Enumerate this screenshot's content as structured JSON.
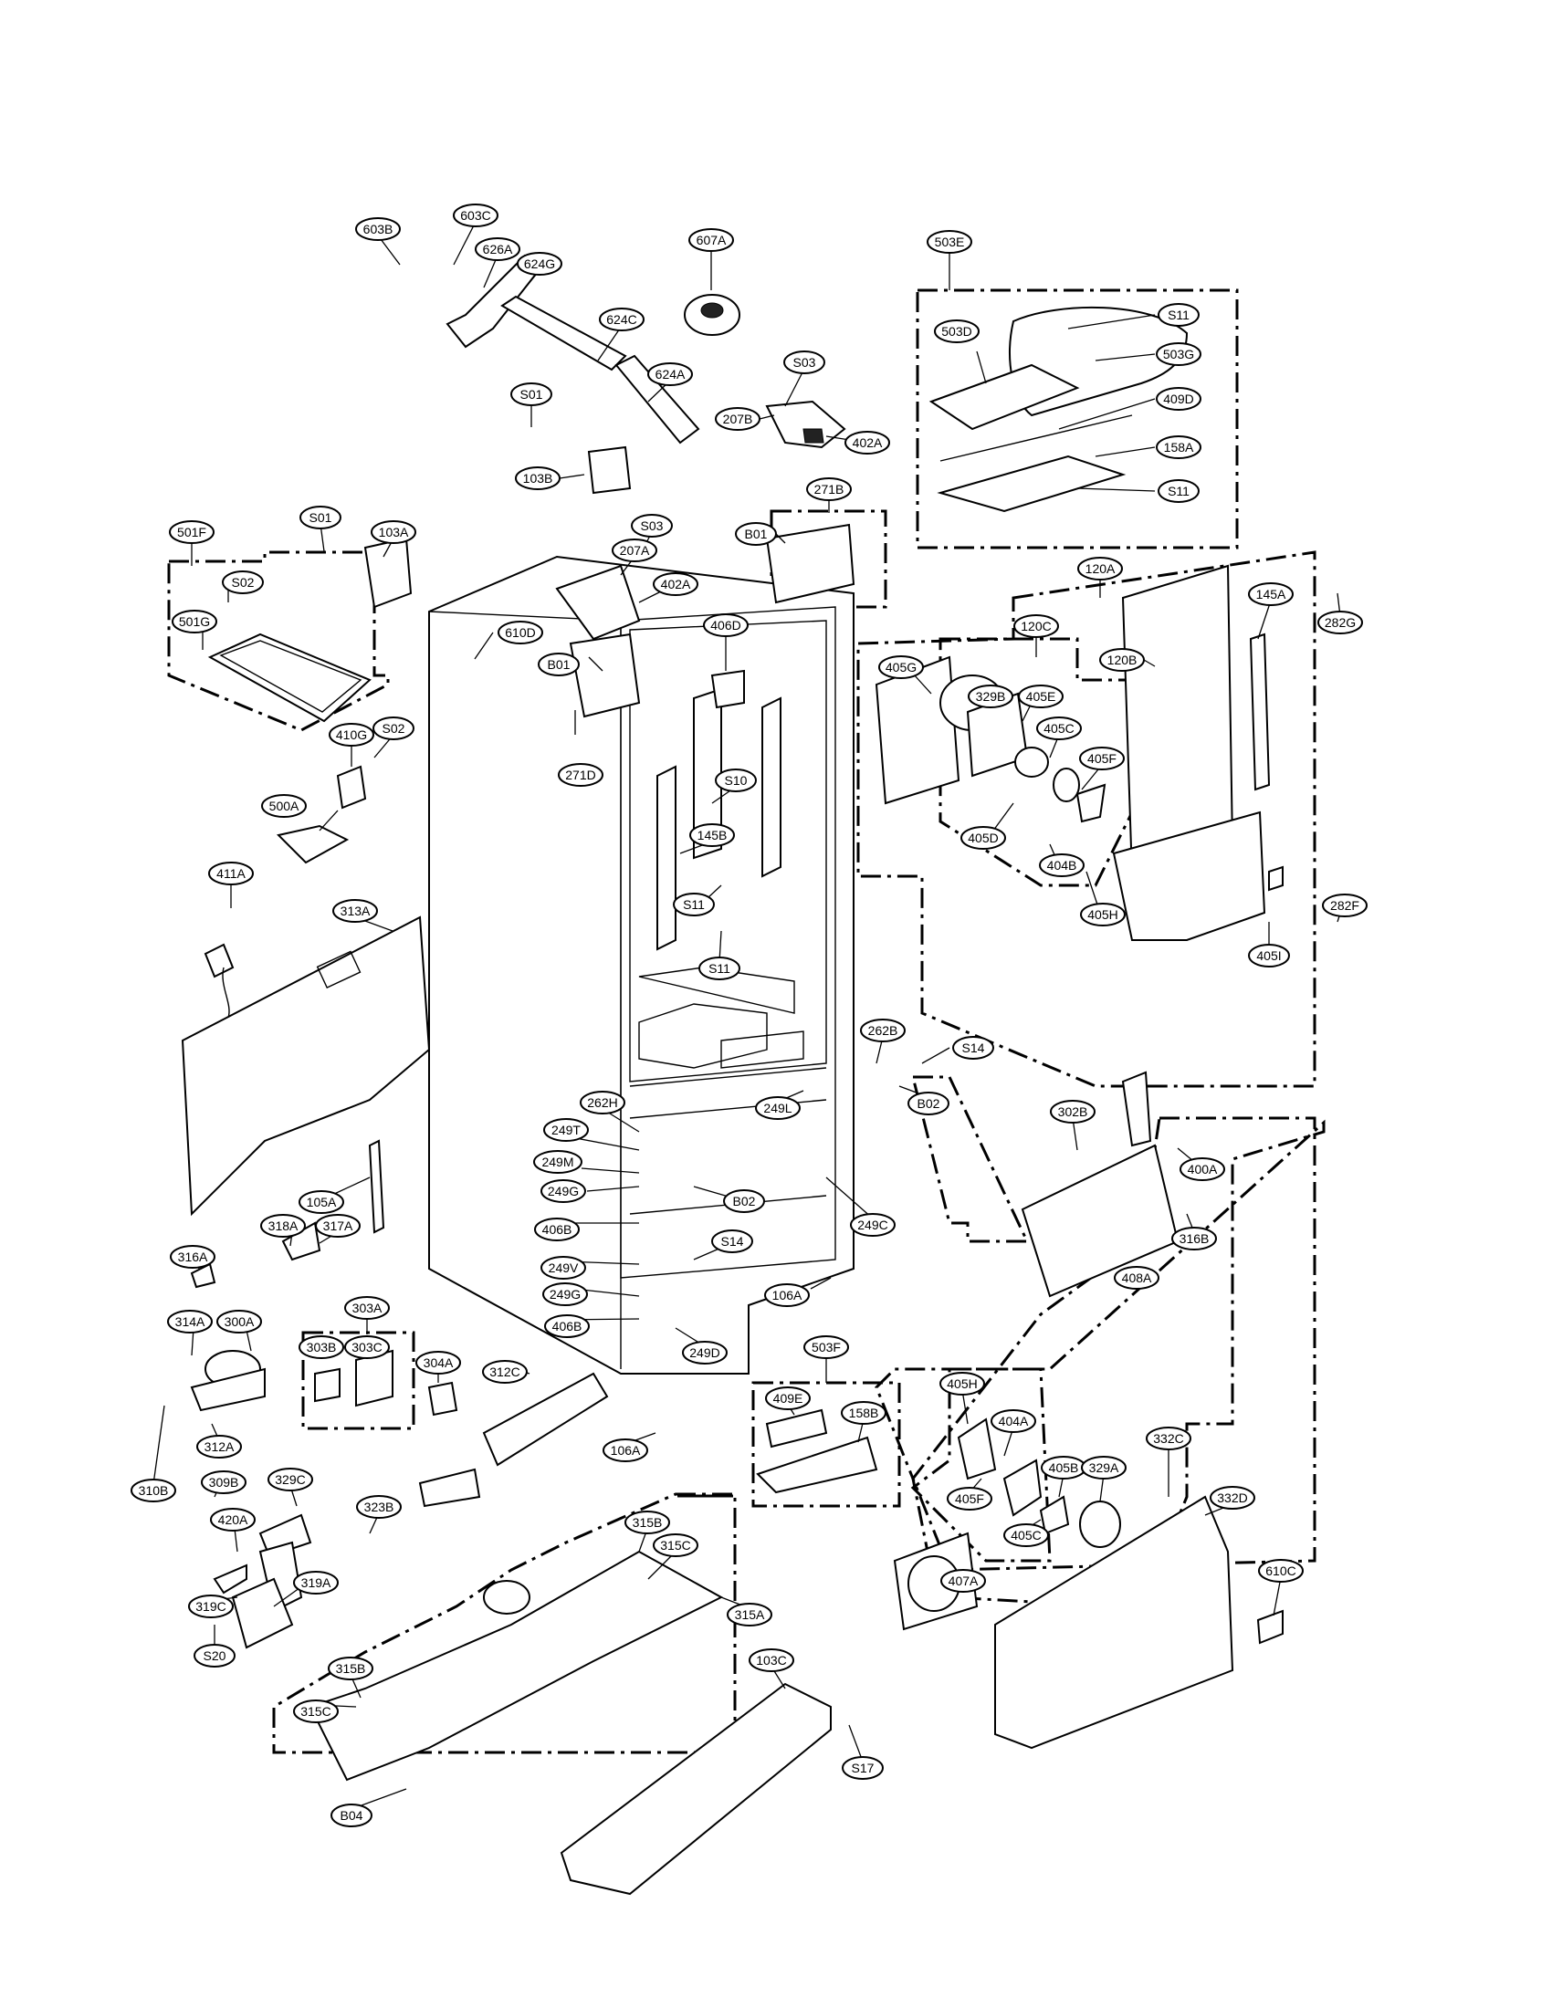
{
  "callouts": [
    {
      "id": "603B",
      "label": "603B"
    },
    {
      "id": "603C",
      "label": "603C"
    },
    {
      "id": "626A",
      "label": "626A"
    },
    {
      "id": "624G",
      "label": "624G"
    },
    {
      "id": "624C",
      "label": "624C"
    },
    {
      "id": "624A",
      "label": "624A"
    },
    {
      "id": "607A",
      "label": "607A"
    },
    {
      "id": "S03a",
      "label": "S03"
    },
    {
      "id": "207B",
      "label": "207B"
    },
    {
      "id": "402Aa",
      "label": "402A"
    },
    {
      "id": "S01a",
      "label": "S01"
    },
    {
      "id": "103B",
      "label": "103B"
    },
    {
      "id": "503E",
      "label": "503E"
    },
    {
      "id": "S11a",
      "label": "S11"
    },
    {
      "id": "503D",
      "label": "503D"
    },
    {
      "id": "503G",
      "label": "503G"
    },
    {
      "id": "409D",
      "label": "409D"
    },
    {
      "id": "158A",
      "label": "158A"
    },
    {
      "id": "S11b",
      "label": "S11"
    },
    {
      "id": "501F",
      "label": "501F"
    },
    {
      "id": "S01b",
      "label": "S01"
    },
    {
      "id": "103A",
      "label": "103A"
    },
    {
      "id": "S03b",
      "label": "S03"
    },
    {
      "id": "207A",
      "label": "207A"
    },
    {
      "id": "402Ab",
      "label": "402A"
    },
    {
      "id": "B01a",
      "label": "B01"
    },
    {
      "id": "271B",
      "label": "271B"
    },
    {
      "id": "120A",
      "label": "120A"
    },
    {
      "id": "282G",
      "label": "282G"
    },
    {
      "id": "S02a",
      "label": "S02"
    },
    {
      "id": "501G",
      "label": "501G"
    },
    {
      "id": "610D",
      "label": "610D"
    },
    {
      "id": "B01b",
      "label": "B01"
    },
    {
      "id": "406D",
      "label": "406D"
    },
    {
      "id": "405G",
      "label": "405G"
    },
    {
      "id": "120C",
      "label": "120C"
    },
    {
      "id": "329B",
      "label": "329B"
    },
    {
      "id": "405E",
      "label": "405E"
    },
    {
      "id": "120B",
      "label": "120B"
    },
    {
      "id": "145A",
      "label": "145A"
    },
    {
      "id": "410G",
      "label": "410G"
    },
    {
      "id": "S02b",
      "label": "S02"
    },
    {
      "id": "271D",
      "label": "271D"
    },
    {
      "id": "S10",
      "label": "S10"
    },
    {
      "id": "405C",
      "label": "405C"
    },
    {
      "id": "405F",
      "label": "405F"
    },
    {
      "id": "500A",
      "label": "500A"
    },
    {
      "id": "405D",
      "label": "405D"
    },
    {
      "id": "145B",
      "label": "145B"
    },
    {
      "id": "404B",
      "label": "404B"
    },
    {
      "id": "405H",
      "label": "405H"
    },
    {
      "id": "411A",
      "label": "411A"
    },
    {
      "id": "313A",
      "label": "313A"
    },
    {
      "id": "S11c",
      "label": "S11"
    },
    {
      "id": "405I",
      "label": "405I"
    },
    {
      "id": "282F",
      "label": "282F"
    },
    {
      "id": "S11d",
      "label": "S11"
    },
    {
      "id": "262B",
      "label": "262B"
    },
    {
      "id": "S14a",
      "label": "S14"
    },
    {
      "id": "B02a",
      "label": "B02"
    },
    {
      "id": "262H",
      "label": "262H"
    },
    {
      "id": "249L",
      "label": "249L"
    },
    {
      "id": "249T",
      "label": "249T"
    },
    {
      "id": "302B",
      "label": "302B"
    },
    {
      "id": "249M",
      "label": "249M"
    },
    {
      "id": "249Ga",
      "label": "249G"
    },
    {
      "id": "B02b",
      "label": "B02"
    },
    {
      "id": "105A",
      "label": "105A"
    },
    {
      "id": "400A",
      "label": "400A"
    },
    {
      "id": "406Ba",
      "label": "406B"
    },
    {
      "id": "249C",
      "label": "249C"
    },
    {
      "id": "318A",
      "label": "318A"
    },
    {
      "id": "317A",
      "label": "317A"
    },
    {
      "id": "S14b",
      "label": "S14"
    },
    {
      "id": "316B",
      "label": "316B"
    },
    {
      "id": "316A",
      "label": "316A"
    },
    {
      "id": "249V",
      "label": "249V"
    },
    {
      "id": "408A",
      "label": "408A"
    },
    {
      "id": "303A",
      "label": "303A"
    },
    {
      "id": "249Gb",
      "label": "249G"
    },
    {
      "id": "106Aa",
      "label": "106A"
    },
    {
      "id": "406Bb",
      "label": "406B"
    },
    {
      "id": "314A",
      "label": "314A"
    },
    {
      "id": "300A",
      "label": "300A"
    },
    {
      "id": "303B",
      "label": "303B"
    },
    {
      "id": "303C",
      "label": "303C"
    },
    {
      "id": "249D",
      "label": "249D"
    },
    {
      "id": "503F",
      "label": "503F"
    },
    {
      "id": "304A",
      "label": "304A"
    },
    {
      "id": "312C",
      "label": "312C"
    },
    {
      "id": "409E",
      "label": "409E"
    },
    {
      "id": "158B",
      "label": "158B"
    },
    {
      "id": "405Ha",
      "label": "405H"
    },
    {
      "id": "404A",
      "label": "404A"
    },
    {
      "id": "312A",
      "label": "312A"
    },
    {
      "id": "106Ab",
      "label": "106A"
    },
    {
      "id": "332C",
      "label": "332C"
    },
    {
      "id": "310B",
      "label": "310B"
    },
    {
      "id": "309B",
      "label": "309B"
    },
    {
      "id": "329C",
      "label": "329C"
    },
    {
      "id": "405Fb",
      "label": "405F"
    },
    {
      "id": "405B",
      "label": "405B"
    },
    {
      "id": "329A",
      "label": "329A"
    },
    {
      "id": "420A",
      "label": "420A"
    },
    {
      "id": "323B",
      "label": "323B"
    },
    {
      "id": "405Cb",
      "label": "405C"
    },
    {
      "id": "315B",
      "label": "315B"
    },
    {
      "id": "315C",
      "label": "315C"
    },
    {
      "id": "332D",
      "label": "332D"
    },
    {
      "id": "319A",
      "label": "319A"
    },
    {
      "id": "407A",
      "label": "407A"
    },
    {
      "id": "610C",
      "label": "610C"
    },
    {
      "id": "319C",
      "label": "319C"
    },
    {
      "id": "315A",
      "label": "315A"
    },
    {
      "id": "S20",
      "label": "S20"
    },
    {
      "id": "315Bb",
      "label": "315B"
    },
    {
      "id": "103C",
      "label": "103C"
    },
    {
      "id": "315Cb",
      "label": "315C"
    },
    {
      "id": "S17",
      "label": "S17"
    },
    {
      "id": "B04",
      "label": "B04"
    }
  ]
}
